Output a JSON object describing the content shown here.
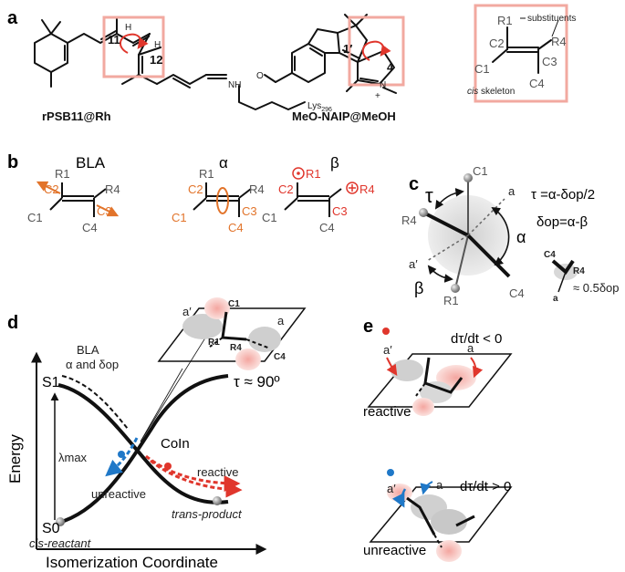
{
  "colors": {
    "highlight_box": "#f2a9a0",
    "orange": "#e2742b",
    "red": "#e0362c",
    "blue": "#1f78c8",
    "gray": "#777777",
    "black": "#111111"
  },
  "panel_a": {
    "panel_label": "a",
    "mol1": {
      "name": "rPSB11@Rh",
      "atom_11": "11",
      "atom_12": "12",
      "h_label": "H",
      "nh_label": "NH",
      "lys_label": "Lys",
      "lys_sub": "296"
    },
    "mol2": {
      "name": "MeO-NAIP@MeOH",
      "atom_1p": "1′",
      "atom_4": "4",
      "n_label": "N",
      "plus": "+",
      "o_label": "O"
    },
    "skeleton": {
      "r1": "R1",
      "r4": "R4",
      "c1": "C1",
      "c2": "C2",
      "c3": "C3",
      "c4": "C4",
      "substituents": "substituents",
      "caption_italic": "cis",
      "caption_rest": " skeleton"
    }
  },
  "panel_b": {
    "panel_label": "b",
    "title_bla": "BLA",
    "title_alpha": "α",
    "title_beta": "β",
    "r1": "R1",
    "r4": "R4",
    "c1": "C1",
    "c2": "C2",
    "c3": "C3",
    "c4": "C4"
  },
  "panel_c": {
    "panel_label": "c",
    "tau": "τ",
    "alpha": "α",
    "beta": "β",
    "a": "a",
    "a_prime": "a′",
    "c1": "C1",
    "c4": "C4",
    "r1": "R1",
    "r4": "R4",
    "eq1": "τ =α-δop/2",
    "eq2": "δop=α-β",
    "half_delta": "≈ 0.5δop"
  },
  "panel_d": {
    "panel_label": "d",
    "y_axis": "Energy",
    "x_axis": "Isomerization  Coordinate",
    "s1": "S1",
    "s0": "S0",
    "lambda": "λmax",
    "bla": "BLA",
    "alpha_delta": "α and δop",
    "coin": "CoIn",
    "reactive": "reactive",
    "unreactive": "unreactive",
    "cis_reactant": "cis-reactant",
    "trans_product": "trans-product",
    "tau90": "τ ≈ 90º",
    "a": "a",
    "a_prime": "a′",
    "c1": "C1",
    "c4": "C4",
    "r1": "R1",
    "r4": "R4"
  },
  "panel_e": {
    "panel_label": "e",
    "reactive": "reactive",
    "unreactive": "unreactive",
    "rate_neg": "dτ/dt < 0",
    "rate_pos": "dτ/dt > 0",
    "a": "a",
    "a_prime": "a′"
  }
}
